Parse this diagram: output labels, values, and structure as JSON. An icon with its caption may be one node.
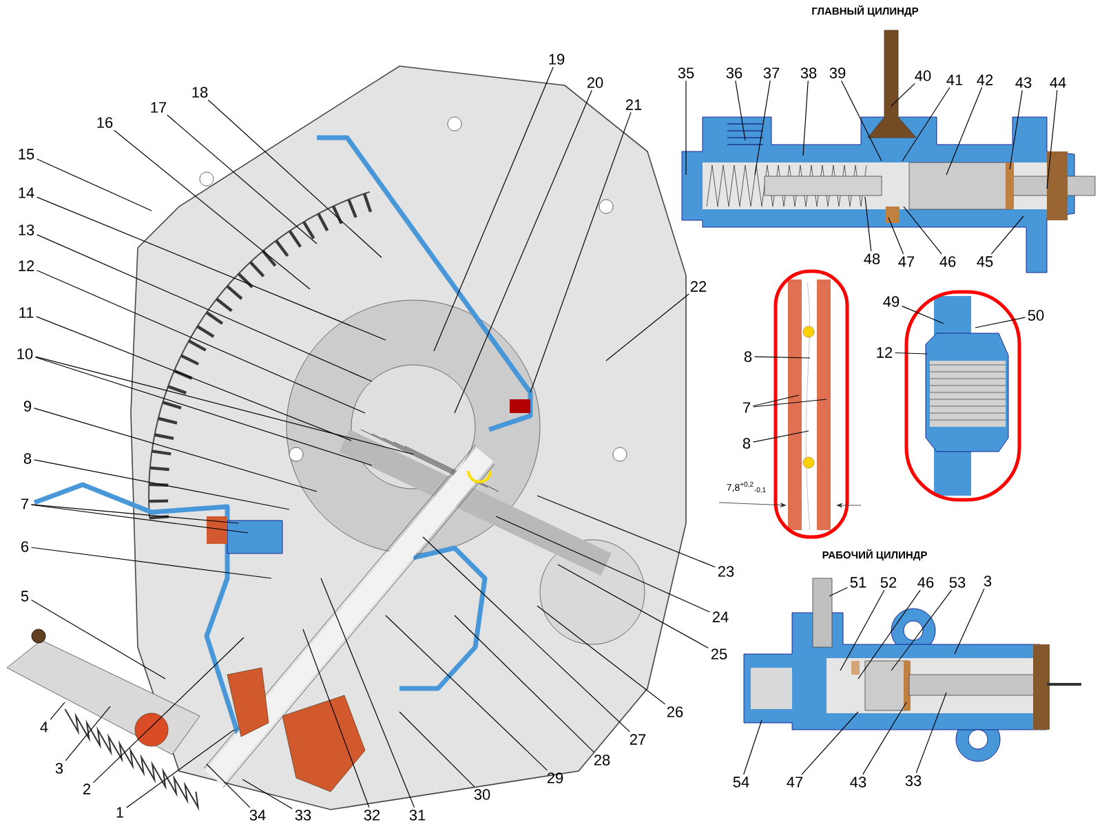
{
  "diagram": {
    "nodes": [
      {
        "text": [
          "1"
        ]
      },
      {
        "text": [
          "2"
        ]
      },
      {
        "text": [
          "3"
        ]
      },
      {
        "text": [
          "4"
        ]
      },
      {
        "text": [
          "5"
        ]
      },
      {
        "text": [
          "6"
        ]
      },
      {
        "text": [
          "7"
        ]
      },
      {
        "text": [
          "8"
        ]
      },
      {
        "text": [
          "9"
        ]
      },
      {
        "text": [
          "10"
        ]
      },
      {
        "text": [
          "11"
        ]
      },
      {
        "text": [
          "12"
        ]
      },
      {
        "text": [
          "13"
        ]
      },
      {
        "text": [
          "14"
        ]
      },
      {
        "text": [
          "15"
        ]
      },
      {
        "text": [
          "16"
        ]
      },
      {
        "text": [
          "17"
        ]
      },
      {
        "text": [
          "18"
        ]
      },
      {
        "text": [
          "19"
        ]
      },
      {
        "text": [
          "20"
        ]
      },
      {
        "text": [
          "21"
        ]
      },
      {
        "text": [
          "22"
        ]
      },
      {
        "text": [
          "23"
        ]
      },
      {
        "text": [
          "24"
        ]
      },
      {
        "text": [
          "25"
        ]
      },
      {
        "text": [
          "26"
        ]
      },
      {
        "text": [
          "27"
        ]
      },
      {
        "text": [
          "28"
        ]
      },
      {
        "text": [
          "29"
        ]
      },
      {
        "text": [
          "30"
        ]
      },
      {
        "text": [
          "31"
        ]
      },
      {
        "text": [
          "32"
        ]
      },
      {
        "text": [
          "33"
        ]
      },
      {
        "text": [
          "34"
        ]
      },
      {
        "text": [
          "35"
        ]
      },
      {
        "text": [
          "36"
        ]
      },
      {
        "text": [
          "37"
        ]
      },
      {
        "text": [
          "38"
        ]
      },
      {
        "text": [
          "39"
        ]
      },
      {
        "text": [
          "40"
        ]
      },
      {
        "text": [
          "41"
        ]
      },
      {
        "text": [
          "42"
        ]
      },
      {
        "text": [
          "43"
        ]
      },
      {
        "text": [
          "44"
        ]
      },
      {
        "text": [
          "45"
        ]
      },
      {
        "text": [
          "46"
        ]
      },
      {
        "text": [
          "47"
        ]
      },
      {
        "text": [
          "48"
        ]
      },
      {
        "text": [
          "8"
        ]
      },
      {
        "text": [
          "7"
        ]
      },
      {
        "text": [
          "8"
        ]
      },
      {
        "text": [
          "49"
        ]
      },
      {
        "text": [
          "50"
        ]
      },
      {
        "text": [
          "12"
        ]
      },
      {
        "text": [
          "51"
        ]
      },
      {
        "text": [
          "52"
        ]
      },
      {
        "text": [
          "46"
        ]
      },
      {
        "text": [
          "53"
        ]
      },
      {
        "text": [
          "3"
        ]
      },
      {
        "text": [
          "54"
        ]
      },
      {
        "text": [
          "47"
        ]
      },
      {
        "text": [
          "43"
        ]
      },
      {
        "text": [
          "33"
        ]
      }
    ],
    "edges": [
      {
        "from": 0,
        "to": null,
        "arrow": "none"
      },
      {
        "from": 1,
        "to": null,
        "arrow": "none"
      },
      {
        "from": 2,
        "to": null,
        "arrow": "none"
      },
      {
        "from": 3,
        "to": null,
        "arrow": "none"
      },
      {
        "from": 4,
        "to": null,
        "arrow": "none"
      },
      {
        "from": 5,
        "to": null,
        "arrow": "none"
      },
      {
        "from": 6,
        "to": null,
        "arrow": "none"
      },
      {
        "from": 6,
        "to": null,
        "arrow": "none"
      },
      {
        "from": 7,
        "to": null,
        "arrow": "none"
      },
      {
        "from": 8,
        "to": null,
        "arrow": "none"
      },
      {
        "from": 9,
        "to": null,
        "arrow": "none"
      },
      {
        "from": 9,
        "to": null,
        "arrow": "none"
      },
      {
        "from": 10,
        "to": null,
        "arrow": "none"
      },
      {
        "from": 11,
        "to": null,
        "arrow": "none"
      },
      {
        "from": 12,
        "to": null,
        "arrow": "none"
      },
      {
        "from": 13,
        "to": null,
        "arrow": "none"
      },
      {
        "from": 14,
        "to": null,
        "arrow": "none"
      },
      {
        "from": 15,
        "to": null,
        "arrow": "none"
      },
      {
        "from": 16,
        "to": null,
        "arrow": "none"
      },
      {
        "from": 17,
        "to": null,
        "arrow": "none"
      },
      {
        "from": 18,
        "to": null,
        "arrow": "none"
      },
      {
        "from": 19,
        "to": null,
        "arrow": "none"
      },
      {
        "from": 20,
        "to": null,
        "arrow": "none"
      },
      {
        "from": 21,
        "to": null,
        "arrow": "none"
      },
      {
        "from": 22,
        "to": null,
        "arrow": "none"
      },
      {
        "from": 23,
        "to": null,
        "arrow": "none"
      },
      {
        "from": 24,
        "to": null,
        "arrow": "none"
      },
      {
        "from": 25,
        "to": null,
        "arrow": "none"
      },
      {
        "from": 26,
        "to": null,
        "arrow": "none"
      },
      {
        "from": 27,
        "to": null,
        "arrow": "none"
      },
      {
        "from": 28,
        "to": null,
        "arrow": "none"
      },
      {
        "from": 29,
        "to": null,
        "arrow": "none"
      },
      {
        "from": 30,
        "to": null,
        "arrow": "none"
      },
      {
        "from": 31,
        "to": null,
        "arrow": "none"
      },
      {
        "from": 32,
        "to": null,
        "arrow": "none"
      },
      {
        "from": 33,
        "to": null,
        "arrow": "none"
      },
      {
        "from": 34,
        "to": null,
        "arrow": "none"
      },
      {
        "from": 35,
        "to": null,
        "arrow": "none"
      },
      {
        "from": 36,
        "to": null,
        "arrow": "none"
      },
      {
        "from": 37,
        "to": null,
        "arrow": "none"
      },
      {
        "from": 38,
        "to": null,
        "arrow": "none"
      },
      {
        "from": 39,
        "to": null,
        "arrow": "none"
      },
      {
        "from": 40,
        "to": null,
        "arrow": "none"
      },
      {
        "from": 41,
        "to": null,
        "arrow": "none"
      },
      {
        "from": 42,
        "to": null,
        "arrow": "none"
      },
      {
        "from": 43,
        "to": null,
        "arrow": "none"
      },
      {
        "from": 44,
        "to": null,
        "arrow": "none"
      },
      {
        "from": 45,
        "to": null,
        "arrow": "none"
      },
      {
        "from": 46,
        "to": null,
        "arrow": "none"
      },
      {
        "from": 47,
        "to": null,
        "arrow": "none"
      },
      {
        "from": 48,
        "to": null,
        "arrow": "none"
      },
      {
        "from": 49,
        "to": null,
        "arrow": "none"
      },
      {
        "from": 49,
        "to": null,
        "arrow": "none"
      },
      {
        "from": 50,
        "to": null,
        "arrow": "none"
      },
      {
        "from": 51,
        "to": null,
        "arrow": "none"
      },
      {
        "from": 52,
        "to": null,
        "arrow": "none"
      },
      {
        "from": 53,
        "to": null,
        "arrow": "none"
      },
      {
        "from": 54,
        "to": null,
        "arrow": "none"
      },
      {
        "from": 55,
        "to": null,
        "arrow": "none"
      },
      {
        "from": 56,
        "to": null,
        "arrow": "none"
      },
      {
        "from": 57,
        "to": null,
        "arrow": "none"
      },
      {
        "from": 58,
        "to": null,
        "arrow": "none"
      },
      {
        "from": 59,
        "to": null,
        "arrow": "none"
      },
      {
        "from": 60,
        "to": null,
        "arrow": "none"
      },
      {
        "from": 61,
        "to": null,
        "arrow": "none"
      },
      {
        "from": 62,
        "to": null,
        "arrow": "none"
      }
    ],
    "labels": [
      "ГЛАВНЫЙ ЦИЛИНДР",
      "7,8$^{+0,2}$$_{-0,1}$",
      "РАБОЧИЙ ЦИЛИНДР"
    ]
  }
}
